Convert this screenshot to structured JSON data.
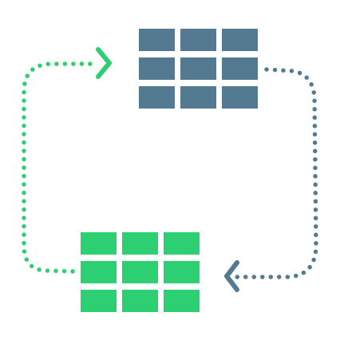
{
  "colors": {
    "background": "#ffffff",
    "source_grid": "#537a91",
    "target_grid": "#2ecf72",
    "flow_to_target": "#537a91",
    "flow_to_source": "#2ecf72"
  },
  "diagram": {
    "source_table": {
      "icon": "grid-table-icon",
      "rows": 3,
      "cols": 3
    },
    "target_table": {
      "icon": "grid-table-icon",
      "rows": 3,
      "cols": 3
    },
    "flows": [
      {
        "from": "source_table",
        "to": "target_table",
        "style": "dotted",
        "arrow": "chevron"
      },
      {
        "from": "target_table",
        "to": "source_table",
        "style": "dotted",
        "arrow": "chevron"
      }
    ]
  }
}
